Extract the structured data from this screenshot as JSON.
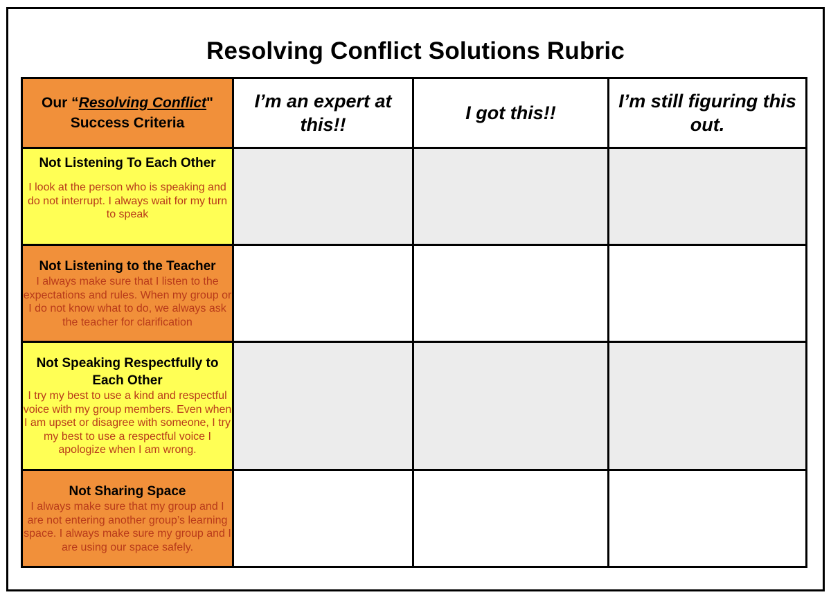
{
  "page": {
    "title": "Resolving Conflict Solutions Rubric"
  },
  "header": {
    "criteria": {
      "prefix": "Our “",
      "emphasis": "Resolving Conflict",
      "suffix": "\"",
      "line2": "Success Criteria"
    },
    "levels": [
      "I’m an expert at this!!",
      "I got this!!",
      "I’m still figuring this out."
    ]
  },
  "rows": [
    {
      "title": "Not Listening To Each Other",
      "description": "I look at the person who is speaking and do not interrupt. I always wait for my turn to speak"
    },
    {
      "title": "Not Listening to the Teacher",
      "description": "I always make sure that I listen to the expectations and rules. When my group or I do not know what to do, we always ask the teacher for clarification"
    },
    {
      "title": "Not Speaking Respectfully to Each Other",
      "description": "I try my best to use a kind and respectful voice with my group members. Even when I am upset or disagree with someone, I try my best to use a respectful voice I apologize when I am wrong."
    },
    {
      "title": "Not Sharing Space",
      "description": "I always make sure that my group and I are not entering another group’s learning space. I always make sure my group and I are using our space safely."
    }
  ],
  "colors": {
    "orange": "#f1903a",
    "yellow": "#ffff55",
    "description_text": "#b83a1a",
    "gray_cell": "#ececec"
  }
}
